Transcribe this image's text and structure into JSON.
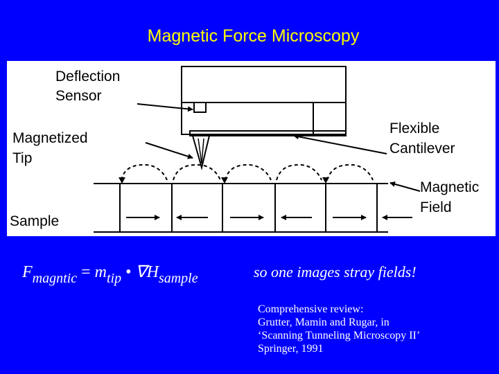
{
  "title": "Magnetic Force Microscopy",
  "diagram": {
    "labels": {
      "deflection_sensor": [
        "Deflection",
        "Sensor"
      ],
      "magnetized_tip": [
        "Magnetized",
        "Tip"
      ],
      "flexible_cantilever": [
        "Flexible",
        "Cantilever"
      ],
      "magnetic_field": [
        "Magnetic",
        "Field"
      ],
      "sample": "Sample"
    },
    "magnetization_arrows": [
      "right",
      "left",
      "right",
      "left",
      "right",
      "left"
    ]
  },
  "formula": {
    "f": "F",
    "f_sub": "magntic",
    "eq": " = ",
    "m": "m",
    "m_sub": "tip",
    "dot": " • ",
    "nabla_h": "∇H",
    "h_sub": "sample"
  },
  "note": "so one images stray fields!",
  "review": [
    "Comprehensive review:",
    "Grutter, Mamin and Rugar, in",
    "‘Scanning Tunneling Microscopy II’",
    "Springer, 1991"
  ]
}
